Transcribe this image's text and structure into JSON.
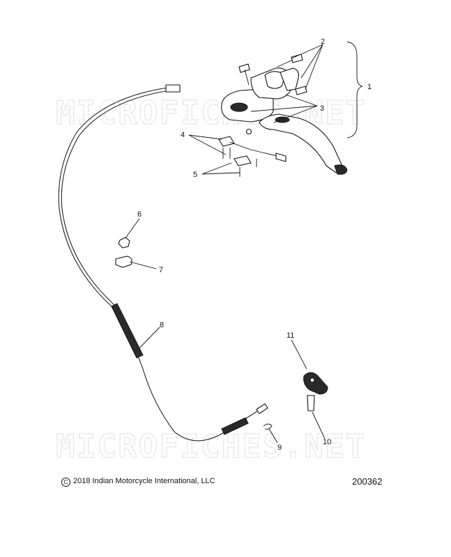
{
  "watermarks": [
    "MICROFICHES.NET",
    "MICROFICHES.NET"
  ],
  "callouts": [
    "1",
    "2",
    "3",
    "4",
    "5",
    "6",
    "7",
    "8",
    "9",
    "10",
    "11"
  ],
  "footer": {
    "copyright_symbol": "C",
    "copyright_text": "2018 Indian Motorcycle International, LLC",
    "diagram_number": "200362"
  }
}
